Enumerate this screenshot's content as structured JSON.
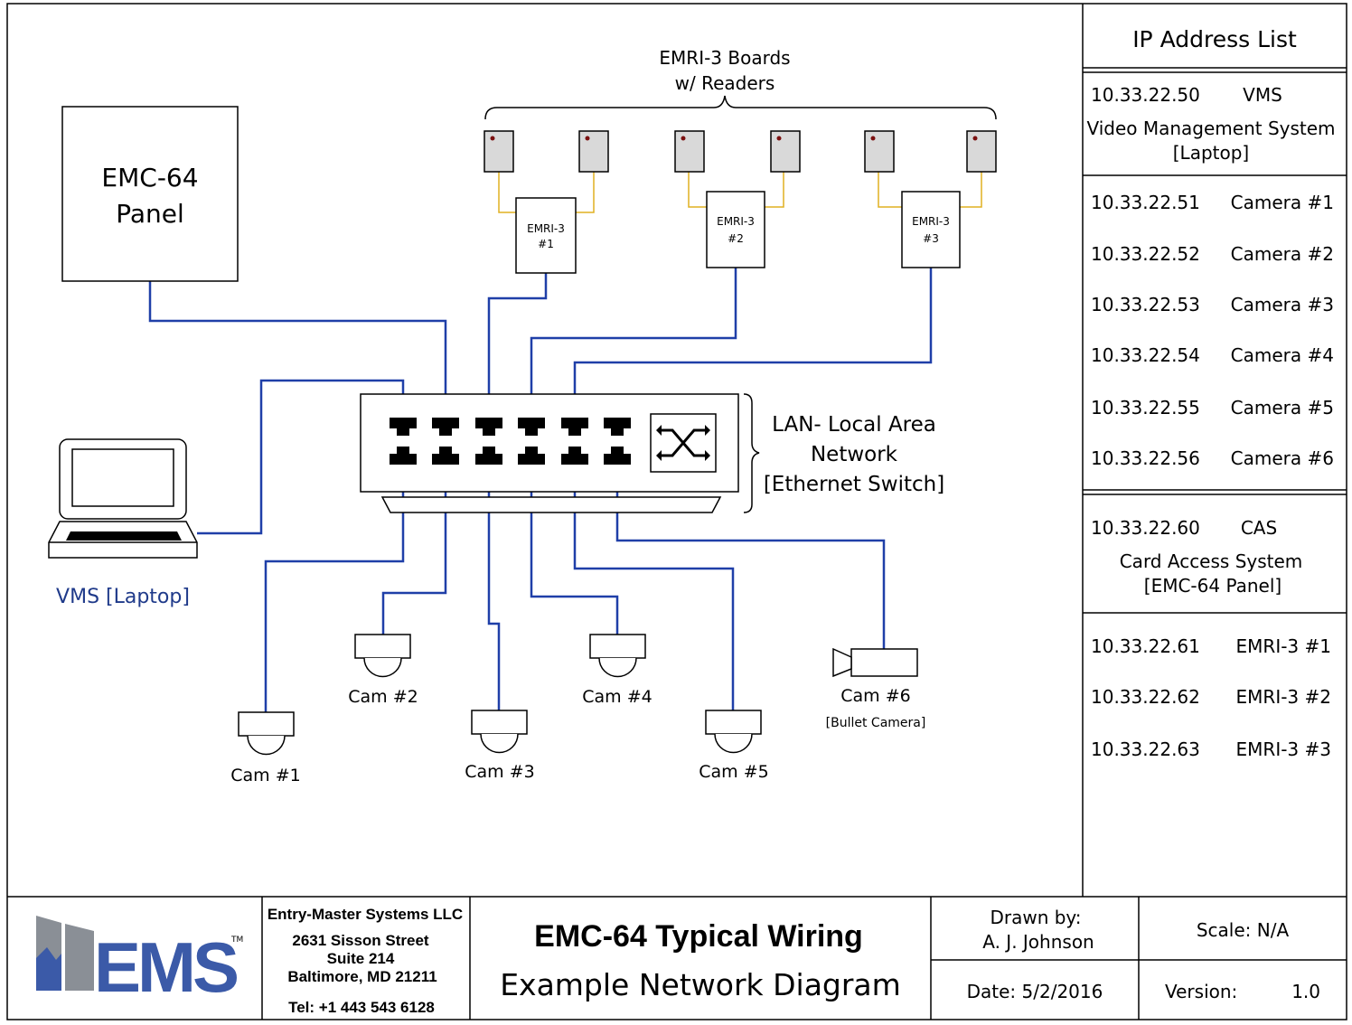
{
  "colors": {
    "cable": "#1f3fa8",
    "reader_wire": "#e0b020",
    "vms_label": "#1f3a8a",
    "logo_blue": "#3b5aa8",
    "logo_gray": "#8a8f96"
  },
  "diagram": {
    "panel": {
      "line1": "EMC-64",
      "line2": "Panel"
    },
    "boards": {
      "line1": "EMRI-3 Boards",
      "line2": "w/ Readers"
    },
    "emri": [
      {
        "line1": "EMRI-3",
        "line2": "#1"
      },
      {
        "line1": "EMRI-3",
        "line2": "#2"
      },
      {
        "line1": "EMRI-3",
        "line2": "#3"
      }
    ],
    "lan": {
      "line1": "LAN- Local Area",
      "line2": "Network",
      "line3": "[Ethernet Switch]"
    },
    "vms_label": "VMS [Laptop]",
    "cams": [
      "Cam #1",
      "Cam #2",
      "Cam #3",
      "Cam #4",
      "Cam #5",
      "Cam #6"
    ],
    "cam6_sub": "[Bullet Camera]"
  },
  "ip_list": {
    "title": "IP Address List",
    "vms": {
      "ip": "10.33.22.50",
      "name": "VMS",
      "desc1": "Video Management System",
      "desc2": "[Laptop]"
    },
    "cameras": [
      {
        "ip": "10.33.22.51",
        "name": "Camera #1"
      },
      {
        "ip": "10.33.22.52",
        "name": "Camera #2"
      },
      {
        "ip": "10.33.22.53",
        "name": "Camera #3"
      },
      {
        "ip": "10.33.22.54",
        "name": "Camera #4"
      },
      {
        "ip": "10.33.22.55",
        "name": "Camera #5"
      },
      {
        "ip": "10.33.22.56",
        "name": "Camera #6"
      }
    ],
    "cas": {
      "ip": "10.33.22.60",
      "name": "CAS",
      "desc1": "Card Access System",
      "desc2": "[EMC-64 Panel]"
    },
    "emri": [
      {
        "ip": "10.33.22.61",
        "name": "EMRI-3 #1"
      },
      {
        "ip": "10.33.22.62",
        "name": "EMRI-3 #2"
      },
      {
        "ip": "10.33.22.63",
        "name": "EMRI-3 #3"
      }
    ]
  },
  "title_block": {
    "logo_text": "EMS",
    "logo_tm": "TM",
    "company": "Entry-Master Systems LLC",
    "addr1": "2631 Sisson Street",
    "addr2": "Suite 214",
    "addr3": "Baltimore, MD  21211",
    "tel": "Tel: +1 443 543 6128",
    "title1": "EMC-64 Typical Wiring",
    "title2": "Example Network Diagram",
    "drawn_by_label": "Drawn by:",
    "drawn_by": "A. J. Johnson",
    "date": "Date: 5/2/2016",
    "scale": "Scale:  N/A",
    "version_label": "Version:",
    "version": "1.0"
  }
}
